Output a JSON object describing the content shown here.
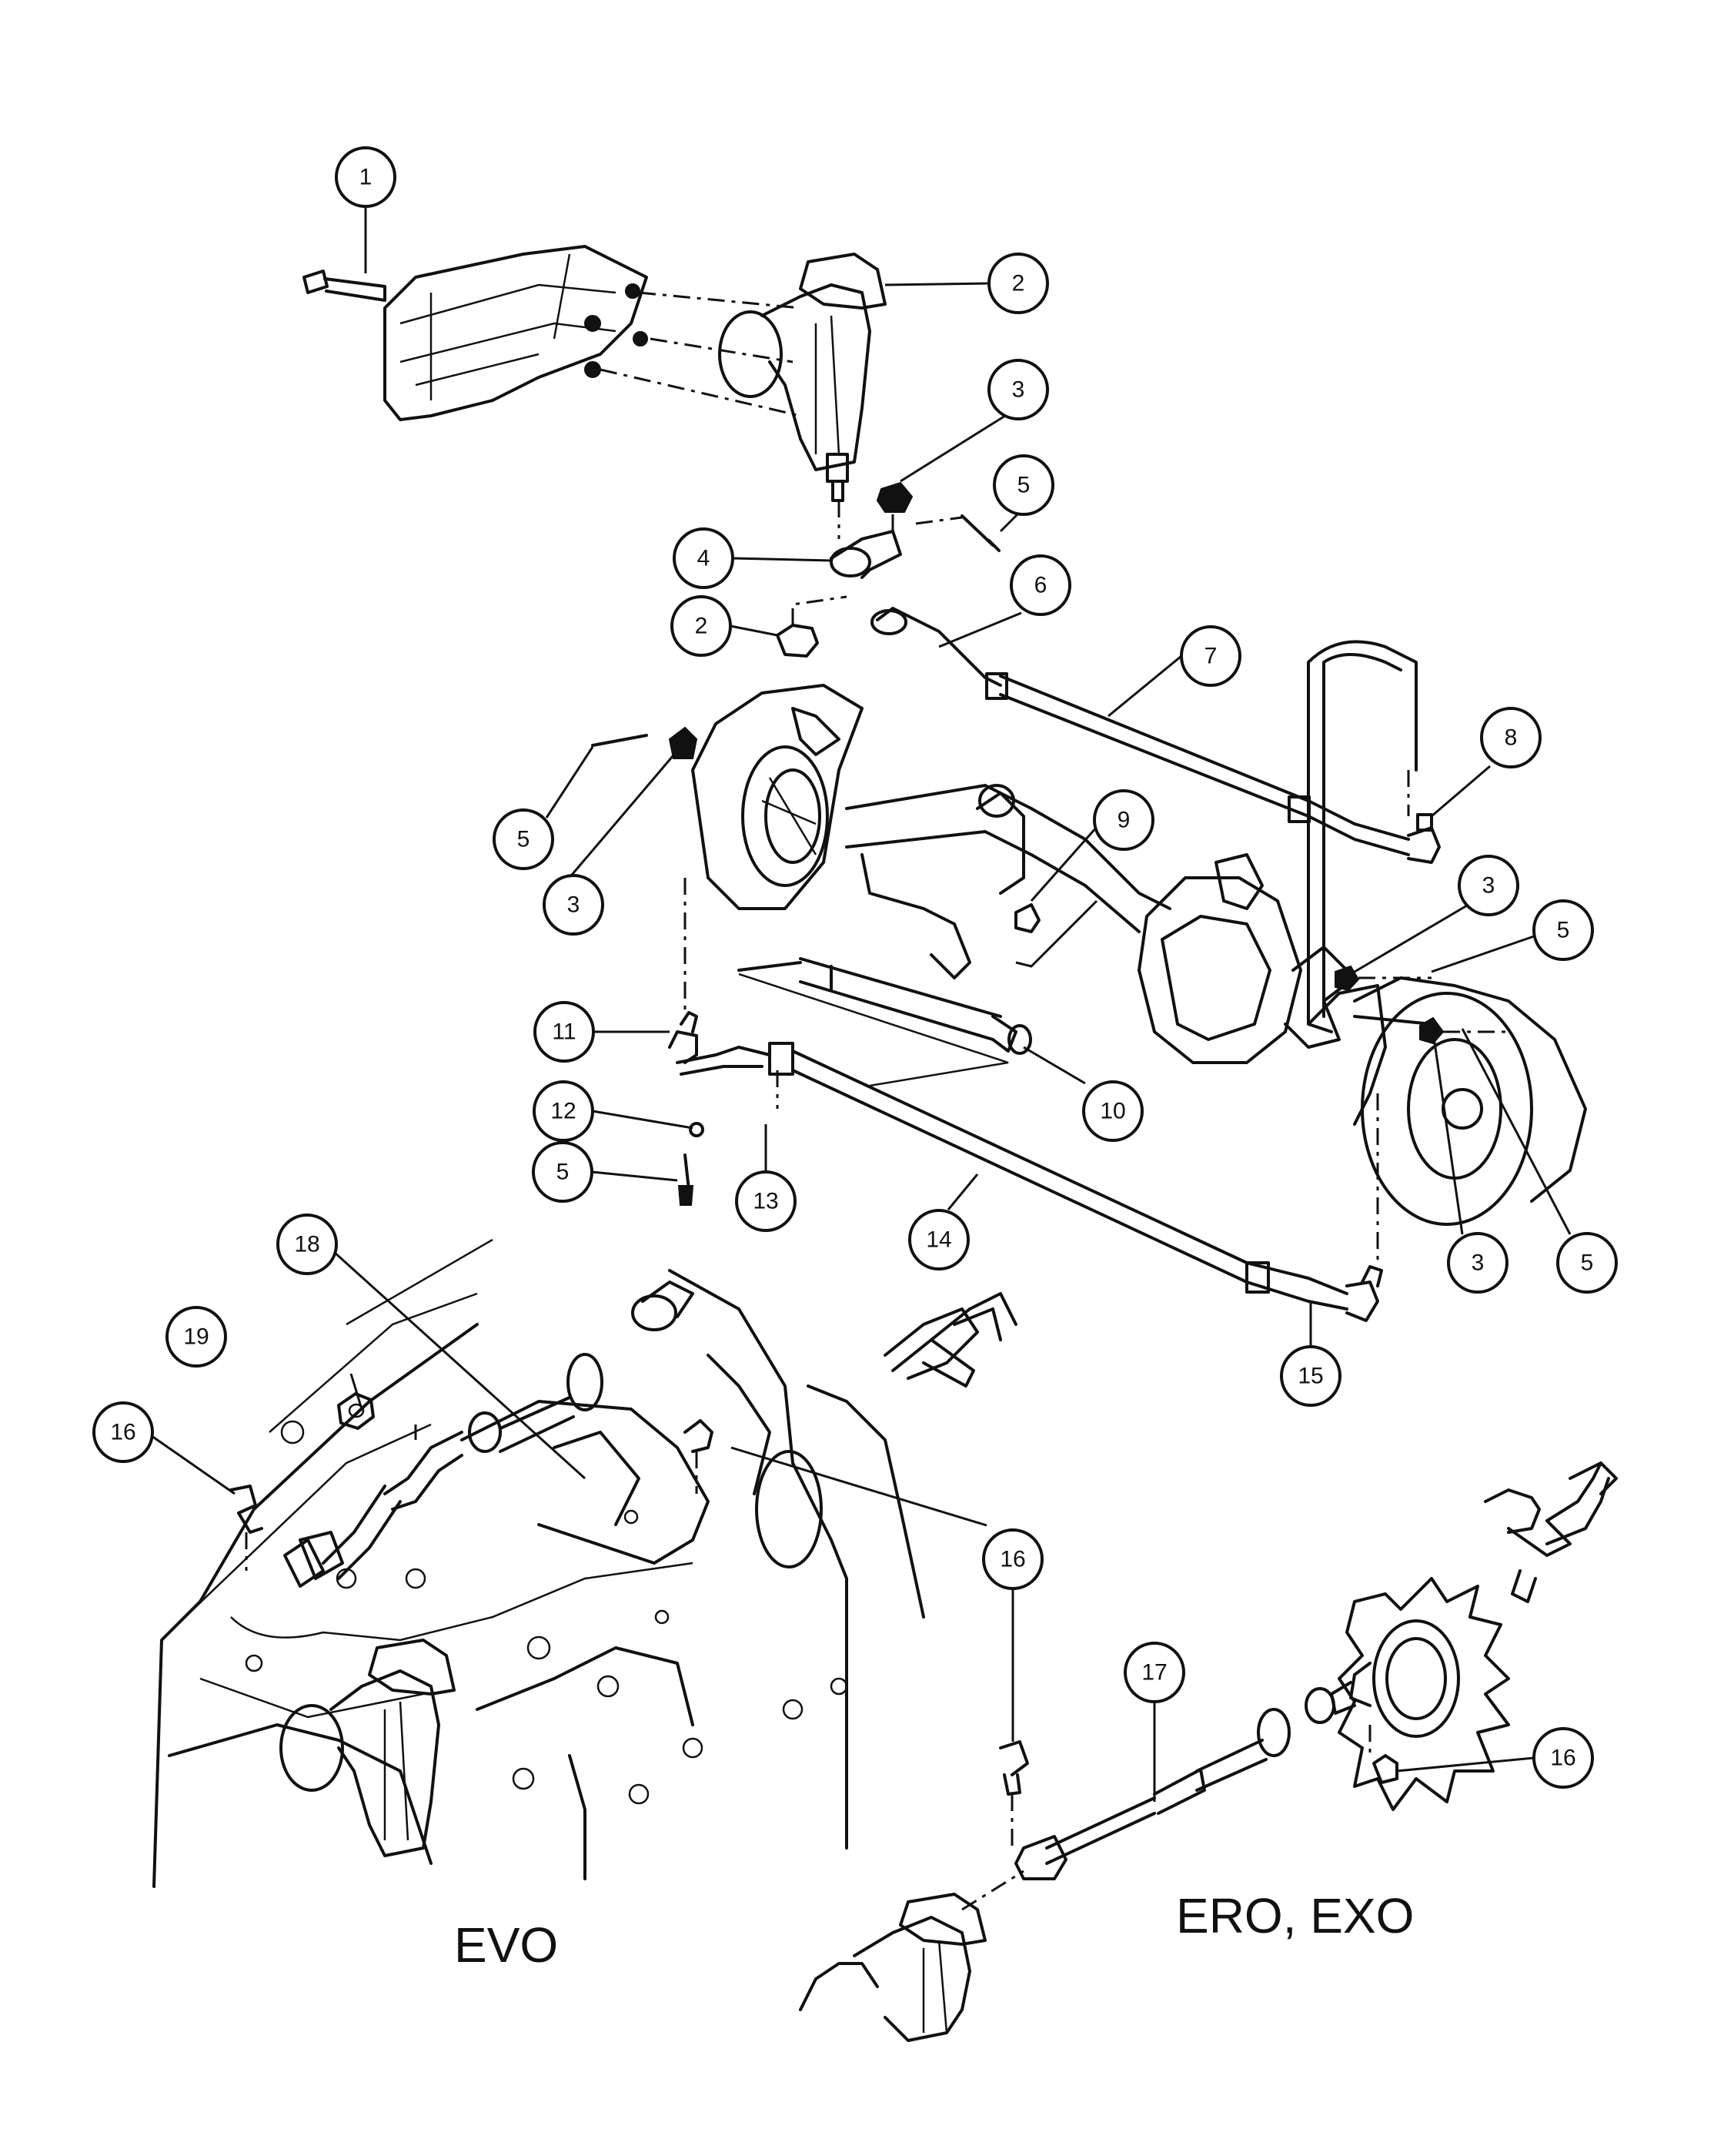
{
  "callouts": {
    "c1": "1",
    "c2a": "2",
    "c2b": "2",
    "c3a": "3",
    "c3b": "3",
    "c3c": "3",
    "c3d": "3",
    "c4": "4",
    "c5a": "5",
    "c5b": "5",
    "c5c": "5",
    "c5d": "5",
    "c5e": "5",
    "c6": "6",
    "c7": "7",
    "c8": "8",
    "c9": "9",
    "c10": "10",
    "c11": "11",
    "c12": "12",
    "c13": "13",
    "c14": "14",
    "c15": "15",
    "c16a": "16",
    "c16b": "16",
    "c16c": "16",
    "c17": "17",
    "c18": "18",
    "c19": "19"
  },
  "variants": {
    "left": "EVO",
    "right": "ERO, EXO"
  }
}
